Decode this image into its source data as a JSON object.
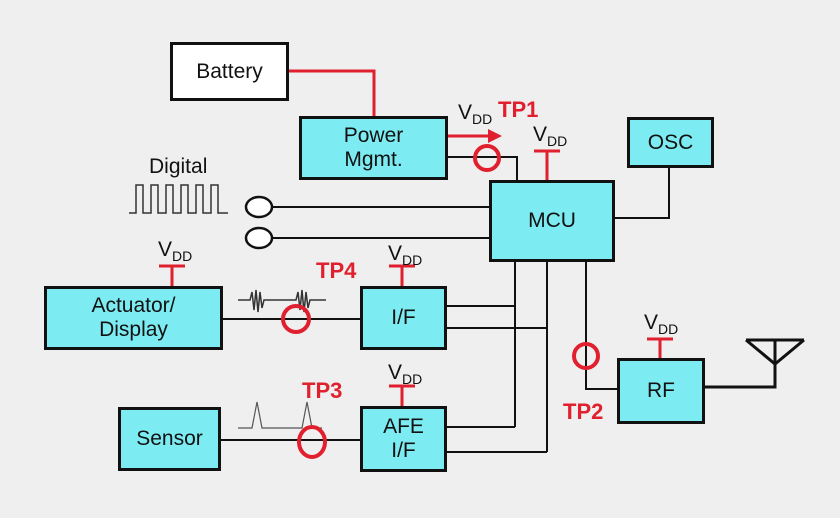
{
  "blocks": {
    "battery": "Battery",
    "power_line1": "Power",
    "power_line2": "Mgmt.",
    "mcu": "MCU",
    "osc": "OSC",
    "actuator_line1": "Actuator/",
    "actuator_line2": "Display",
    "if": "I/F",
    "sensor": "Sensor",
    "afe_line1": "AFE",
    "afe_line2": "I/F",
    "rf": "RF"
  },
  "labels": {
    "digital": "Digital",
    "vdd_main": "V",
    "vdd_sub": "DD"
  },
  "test_points": {
    "tp1": "TP1",
    "tp2": "TP2",
    "tp3": "TP3",
    "tp4": "TP4"
  },
  "colors": {
    "block_fill": "#7cecf2",
    "power_line": "#e0202e",
    "test_point": "#e0202e",
    "wire": "#111111"
  },
  "icons": [
    "antenna-icon",
    "square-wave-icon",
    "noise-signal-icon",
    "pulse-signal-icon",
    "connector-icon"
  ]
}
